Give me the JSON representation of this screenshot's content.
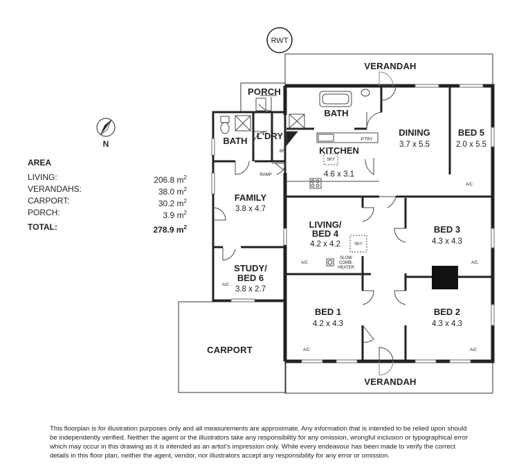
{
  "area": {
    "title": "AREA",
    "rows": [
      {
        "label": "LIVING:",
        "value": "206.8 m"
      },
      {
        "label": "VERANDAHS:",
        "value": "38.0 m"
      },
      {
        "label": "CARPORT:",
        "value": "30.2 m"
      },
      {
        "label": "PORCH:",
        "value": "3.9 m"
      }
    ],
    "total": {
      "label": "TOTAL:",
      "value": "278.9 m"
    },
    "unit_sup": "2"
  },
  "compass": {
    "label": "N"
  },
  "rwt": "RWT",
  "rooms": {
    "verandah_top": "VERANDAH",
    "verandah_bottom": "VERANDAH",
    "porch": "PORCH",
    "bath_main": "BATH",
    "bath_small": "BATH",
    "laundry": "L'DRY",
    "br": "BR.",
    "kitchen": {
      "name": "KITCHEN",
      "dim": "4.6 x 3.1",
      "sky": "SKY",
      "pantry": "P'TRY"
    },
    "dining": {
      "name": "DINING",
      "dim": "3.7 x 5.5"
    },
    "bed5": {
      "name": "BED 5",
      "dim": "2.0 x 5.5"
    },
    "family": {
      "name": "FAMILY",
      "dim": "3.8 x 4.7"
    },
    "ramp": "RAMP",
    "living": {
      "name1": "LIVING/",
      "name2": "BED 4",
      "dim": "4.2 x 4.2",
      "sky": "SKY",
      "heater1": "SLOW",
      "heater2": "COMB.",
      "heater3": "HEATER"
    },
    "bed3": {
      "name": "BED 3",
      "dim": "4.3 x 4.3"
    },
    "study": {
      "name1": "STUDY/",
      "name2": "BED 6",
      "dim": "3.8 x 2.7"
    },
    "bed1": {
      "name": "BED 1",
      "dim": "4.2 x 4.3"
    },
    "bed2": {
      "name": "BED 2",
      "dim": "4.3 x 4.3"
    },
    "carport": "CARPORT",
    "ac": "A/C"
  },
  "disclaimer": "This floorplan is for illustration purposes only and all measurements are approximate. Any information that is intended to be relied upon should be independently verified. Neither the agent or the illustrators take any responsibility for any omission, wrongful inclusion or typographical error which may occur in this drawing as it is intended as an artist's impression only. While every endeavour has been made to verify the correct details in this floor plan, neither the agent, vendor, nor illustrators accept any responsibility for any error or omission."
}
